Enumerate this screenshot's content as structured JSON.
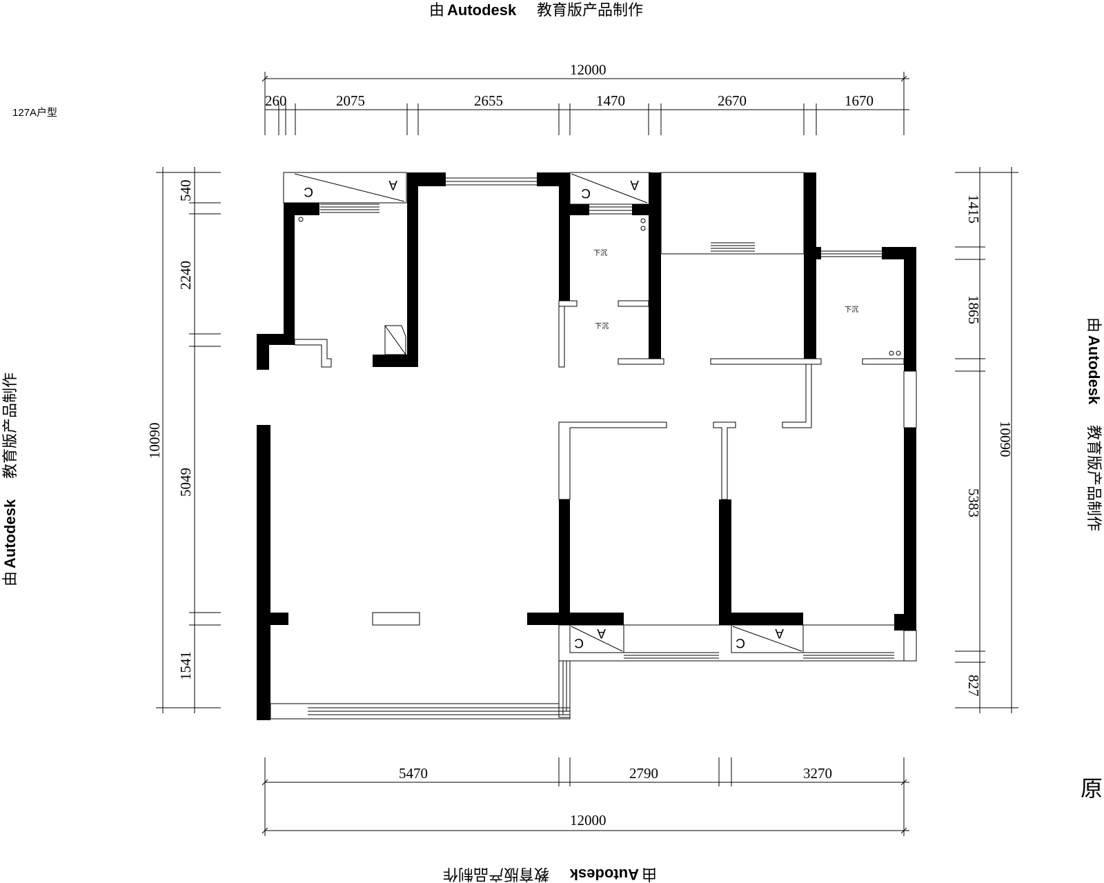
{
  "watermark": {
    "prefix": "由",
    "brand": "Autodesk",
    "suffix": "教育版产品制作"
  },
  "plan_label": "127A户型",
  "corner_char": "原",
  "top_dimensions": {
    "total": "12000",
    "segments": [
      "260",
      "2075",
      "2655",
      "1470",
      "2670",
      "1670"
    ]
  },
  "bottom_dimensions": {
    "total": "12000",
    "segments": [
      "5470",
      "2790",
      "3270"
    ]
  },
  "left_dimensions": {
    "total": "10090",
    "segments": [
      "540",
      "2240",
      "5049",
      "1541"
    ]
  },
  "right_dimensions": {
    "total": "10090",
    "segments": [
      "1415",
      "1865",
      "5383",
      "827"
    ]
  },
  "room_notes": {
    "sunken_1": "下沉",
    "sunken_2": "下沉",
    "sunken_3": "下沉"
  },
  "ac_units": {
    "a": "A",
    "c": "C"
  }
}
